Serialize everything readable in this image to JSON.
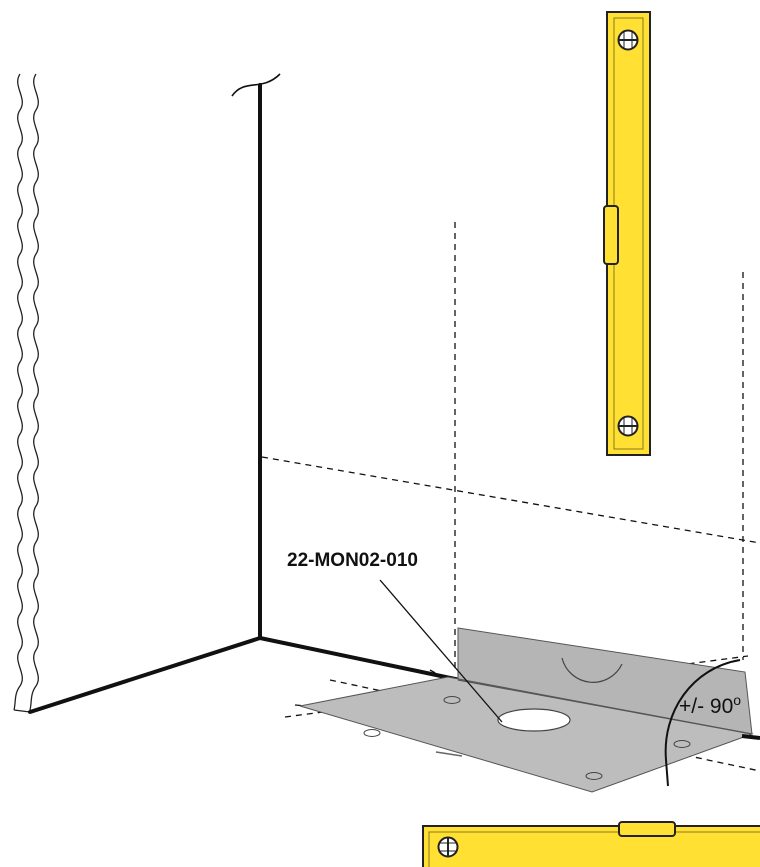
{
  "diagram": {
    "part_number": "22-MON02-010",
    "angle_text": "+/- 90",
    "angle_unit": "o"
  },
  "colors": {
    "level_body": "#FFE033",
    "level_outline": "#222222",
    "bracket": "#B5B5B5",
    "line": "#111111"
  },
  "icons": [
    "spirit-level-icon",
    "screw-icon",
    "bubble-vial-icon",
    "wavy-break-icon"
  ]
}
